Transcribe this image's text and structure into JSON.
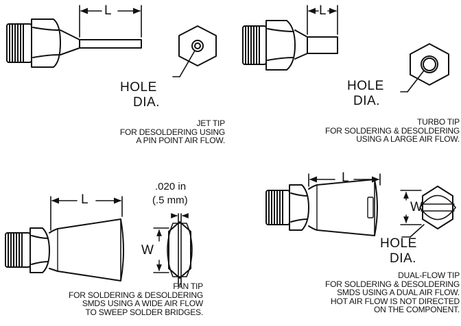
{
  "diagrams": [
    {
      "id": "jet",
      "dimension_label": "L",
      "hole_label_line1": "HOLE",
      "hole_label_line2": "DIA.",
      "caption": [
        "JET TIP",
        "FOR DESOLDERING USING",
        "A PIN POINT AIR FLOW."
      ]
    },
    {
      "id": "turbo",
      "dimension_label": "L",
      "hole_label_line1": "HOLE",
      "hole_label_line2": "DIA.",
      "caption": [
        "TURBO TIP",
        "FOR SOLDERING & DESOLDERING",
        "USING A LARGE AIR FLOW."
      ]
    },
    {
      "id": "fan",
      "dimension_label": "L",
      "width_label": "W",
      "gap_label_line1": ".020 in",
      "gap_label_line2": "(.5 mm)",
      "caption": [
        "FAN TIP",
        "FOR SOLDERING & DESOLDERING",
        "SMDS USING A WIDE AIR FLOW",
        "TO SWEEP SOLDER BRIDGES."
      ]
    },
    {
      "id": "dual",
      "dimension_label": "L",
      "width_label": "W",
      "hole_label_line1": "HOLE",
      "hole_label_line2": "DIA.",
      "caption": [
        "DUAL-FLOW TIP",
        "FOR SOLDERING & DESOLDERING",
        "SMDS USING A DUAL AIR FLOW.",
        "HOT AIR FLOW IS NOT DIRECTED",
        "ON THE COMPONENT."
      ]
    }
  ]
}
